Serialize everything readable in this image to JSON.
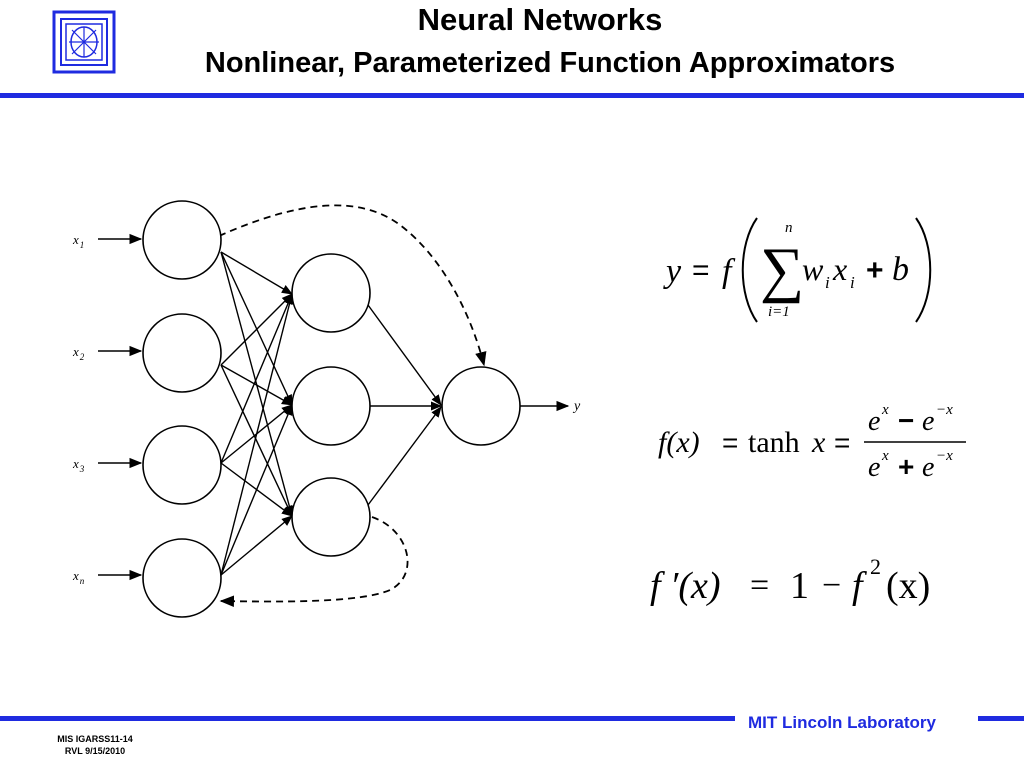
{
  "header": {
    "title": "Neural Networks",
    "subtitle": "Nonlinear, Parameterized Function Approximators"
  },
  "diagram": {
    "inputs": [
      {
        "base": "x",
        "sub": "1"
      },
      {
        "base": "x",
        "sub": "2"
      },
      {
        "base": "x",
        "sub": "3"
      },
      {
        "base": "x",
        "sub": "n"
      }
    ],
    "output_label": "y"
  },
  "equations": {
    "neuron": {
      "y": "y",
      "eq": "=",
      "f": "f",
      "sum_top": "n",
      "sum_bottom": "i=1",
      "w": "w",
      "x": "x",
      "i": "i",
      "plus": "+",
      "b": "b"
    },
    "activation": {
      "lhs": "f(x)",
      "eq1": "=",
      "tanh": "tanh",
      "x": "x",
      "eq2": "=",
      "e": "e",
      "exp_pos": "x",
      "exp_neg": "−x",
      "minus": "−",
      "plus": "+"
    },
    "derivative": {
      "lhs": "f ′(x)",
      "eq": "=",
      "one": "1",
      "minus": "−",
      "f": "f",
      "sq": "2",
      "arg": "(x)"
    }
  },
  "footer": {
    "lab": "MIT Lincoln Laboratory",
    "id_line1": "MIS IGARSS11-14",
    "id_line2": "RVL 9/15/2010"
  },
  "colors": {
    "accent": "#1f2be0"
  }
}
